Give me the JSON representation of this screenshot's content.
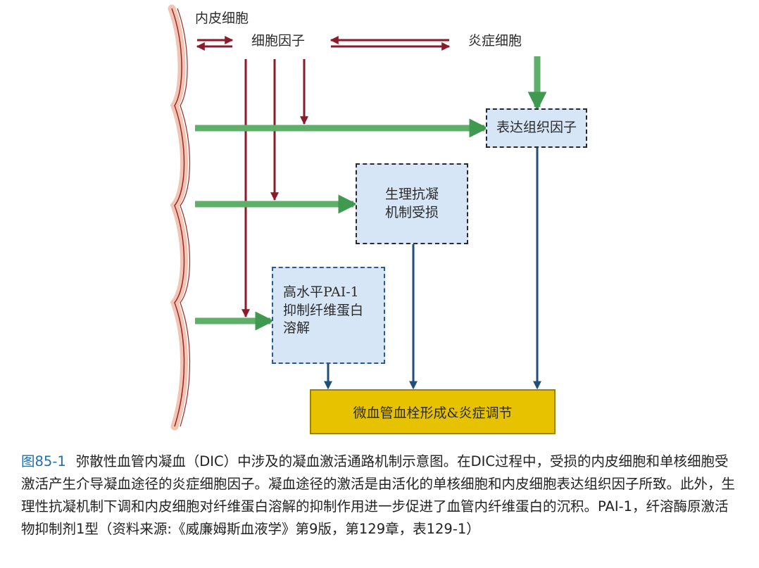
{
  "labels": {
    "endothelial": "内皮细胞",
    "cytokines": "细胞因子",
    "inflammatory": "炎症细胞"
  },
  "boxes": {
    "tissue_factor": "表达组织因子",
    "anticoag_line1": "生理抗凝",
    "anticoag_line2": "机制受损",
    "pai_line1": "高水平PAI-1",
    "pai_line2": "抑制纤维蛋白",
    "pai_line3": "溶解",
    "result": "微血管血栓形成&炎症调节"
  },
  "caption": {
    "figure": "图85-1",
    "text": "弥散性血管内凝血（DIC）中涉及的凝血激活通路机制示意图。在DIC过程中，受损的内皮细胞和单核细胞受激活产生介导凝血途径的炎症细胞因子。凝血途径的激活是由活化的单核细胞和内皮细胞表达组织因子所致。此外，生理性抗凝机制下调和内皮细胞对纤维蛋白溶解的抑制作用进一步促进了血管内纤维蛋白的沉积。PAI-1，纤溶酶原激活物抑制剂1型（资料来源:《威廉姆斯血液学》第9版，第129章，表129-1）"
  },
  "colors": {
    "dark_red_arrow": "#8b1a2b",
    "green_arrow": "#5fae6a",
    "navy_arrow": "#1f4e7a",
    "box_fill": "#d6e6f7",
    "result_fill": "#e6c200",
    "endothelium_fill": "#f1c4b3",
    "caption_figure": "#1f6fae"
  }
}
